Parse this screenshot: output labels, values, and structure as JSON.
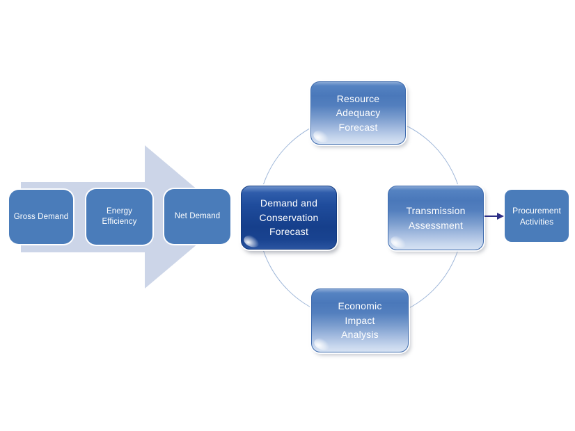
{
  "flow": {
    "steps": [
      {
        "label": "Gross Demand"
      },
      {
        "label": "Energy Efficiency"
      },
      {
        "label": "Net Demand"
      }
    ]
  },
  "cycle": {
    "center": {
      "label": "Demand and Conservation Forecast"
    },
    "top": {
      "label": "Resource Adequacy Forecast"
    },
    "right": {
      "label": "Transmission Assessment"
    },
    "bottom": {
      "label": "Economic Impact Analysis"
    }
  },
  "output": {
    "label": "Procurement Activities"
  },
  "colors": {
    "flat_box": "#4a7cba",
    "flow_arrow": "#ccd5e8",
    "ring": "#9fb7d9",
    "dark_box": "#1c4896",
    "connector": "#2d2f86",
    "label_text": "#ffffff"
  }
}
